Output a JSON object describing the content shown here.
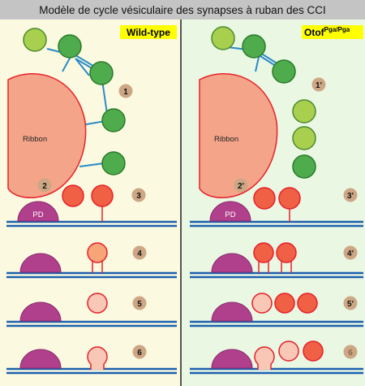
{
  "title": "Modèle de cycle vésiculaire des synapses à ruban des CCI",
  "left_panel": {
    "condition_label": "Wild-type",
    "ribbon_label": "Ribbon",
    "pd_label": "PD",
    "steps": [
      "1",
      "2",
      "3",
      "4",
      "5",
      "6"
    ]
  },
  "right_panel": {
    "condition_label": "Otof",
    "condition_superscript": "Pga/Pga",
    "ribbon_label": "Ribbon",
    "pd_label": "PD",
    "steps": [
      "1'",
      "2'",
      "3'",
      "4'",
      "5'",
      "6"
    ]
  },
  "colors": {
    "wild_type_bg": "#fbfae0",
    "mutant_bg": "#e9f7e3",
    "ribbon_fill": "#f4a589",
    "ribbon_stroke": "#e8202a",
    "vesicle_green": "#4eac4d",
    "vesicle_green_light": "#a8cf4e",
    "vesicle_red": "#ef6044",
    "vesicle_orange": "#f7a478",
    "vesicle_pale": "#f9c7b6",
    "membrane": "#1d60ae",
    "pd_fill": "#b0408c",
    "condition_label_bg": "#ffff00",
    "step_badge": "#cda785"
  }
}
